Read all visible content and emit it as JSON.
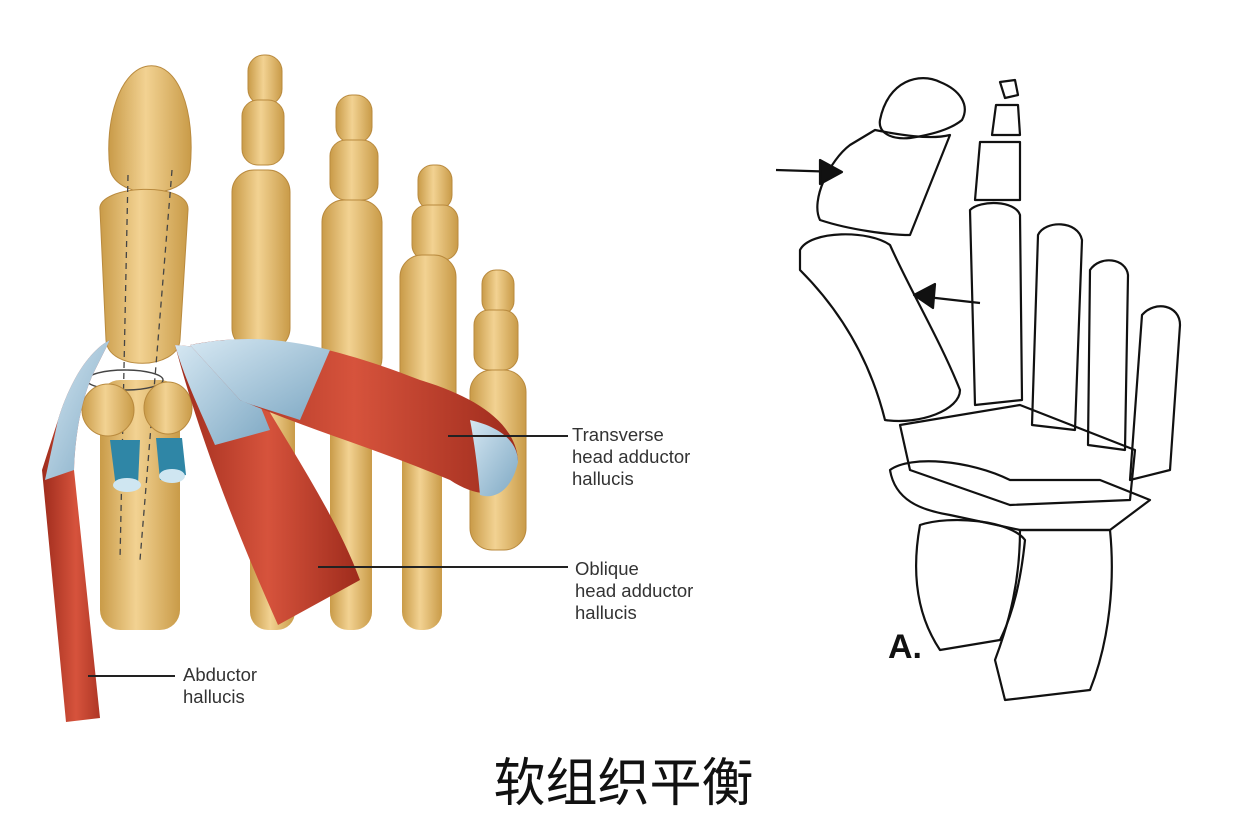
{
  "left_panel": {
    "labels": {
      "transverse": [
        "Transverse",
        "head adductor",
        "hallucis"
      ],
      "oblique": [
        "Oblique",
        "head adductor",
        "hallucis"
      ],
      "abductor": [
        "Abductor",
        "hallucis"
      ]
    }
  },
  "right_panel": {
    "panel_letter": "A."
  },
  "caption": "软组织平衡",
  "colors": {
    "bone": "#e9c27a",
    "bone_shade": "#c99b48",
    "muscle": "#c8412d",
    "tendon": "#9fc4dc",
    "sesamoid_blue": "#2f86a6",
    "line": "#222222"
  }
}
